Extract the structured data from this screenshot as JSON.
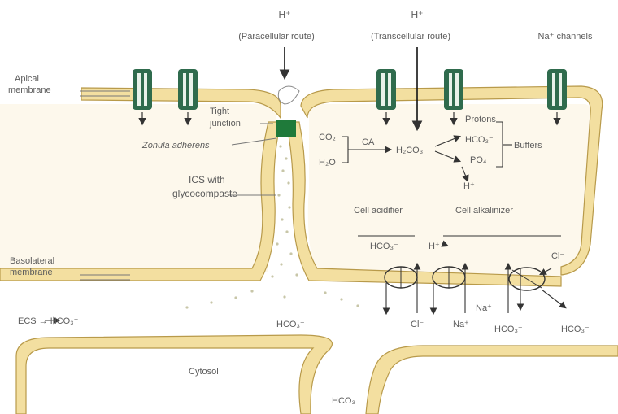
{
  "labels": {
    "top_h": "H⁺",
    "top_h_sub": "(Paracellular route)",
    "top_h2": "H⁺",
    "top_h2_sub": "(Transcellular route)",
    "na_channels": "Na⁺ channels",
    "apical_membrane_1": "Apical",
    "apical_membrane_2": "membrane",
    "tight_junction_1": "Tight",
    "tight_junction_2": "junction",
    "zonula_adherens": "Zonula adherens",
    "co2": "CO₂",
    "h2o": "H₂O",
    "ca": "CA",
    "h2co3": "H₂CO₃",
    "protons": "Protons",
    "hco3_top": "HCO₃⁻",
    "po4": "PO₄",
    "bufs": "Buffers",
    "h_plus_center": "H⁺",
    "ics_1": "ICS with",
    "ics_2": "glycocompaste",
    "cell_acidifier": "Cell acidifier",
    "cell_alkalinizer": "Cell alkalinizer",
    "hco3_mid": "HCO₃⁻",
    "h_plus_lower": "H⁺",
    "cl_right": "Cl⁻",
    "basolateral_1": "Basolateral",
    "basolateral_2": "membrane",
    "cl_bottom": "Cl⁻",
    "na_bottom": "Na⁺",
    "na_bottom2": "Na⁺",
    "hco3_bottom": "HCO₃⁻",
    "hco3_right": "HCO₃⁻",
    "ecs_hco3": "ECS → HCO₃⁻",
    "hco3_center": "HCO₃⁻",
    "cytosol": "Cytosol",
    "hco3_foot": "HCO₃⁻"
  },
  "colors": {
    "membrane_fill": "#f3dfa0",
    "membrane_stroke": "#b89a4a",
    "channel": "#2f6b4d",
    "junction": "#1f7a3a",
    "cytoplasm": "#fdf8ec",
    "text": "#5c5c5c"
  }
}
